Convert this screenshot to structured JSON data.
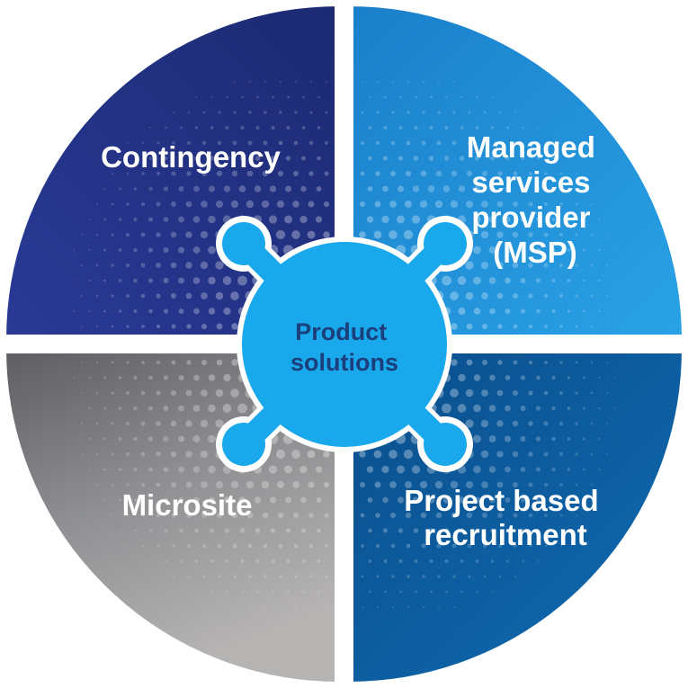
{
  "diagram": {
    "center": {
      "label_lines": [
        "Product",
        "solutions"
      ]
    },
    "segments": [
      {
        "id": "top-left",
        "label_lines": [
          "Contingency"
        ]
      },
      {
        "id": "top-right",
        "label_lines": [
          "Managed",
          "services",
          "provider",
          "(MSP)"
        ]
      },
      {
        "id": "bottom-left",
        "label_lines": [
          "Microsite"
        ]
      },
      {
        "id": "bottom-right",
        "label_lines": [
          "Project based",
          "recruitment"
        ]
      }
    ],
    "colors": {
      "top_left": "#22328a",
      "top_right": "#1f8fd6",
      "bottom_left": "#8f9093",
      "bottom_right": "#0e5a9e",
      "hub": "#19a8ec",
      "hub_text": "#1a3f7a",
      "segment_text": "#ffffff"
    }
  }
}
